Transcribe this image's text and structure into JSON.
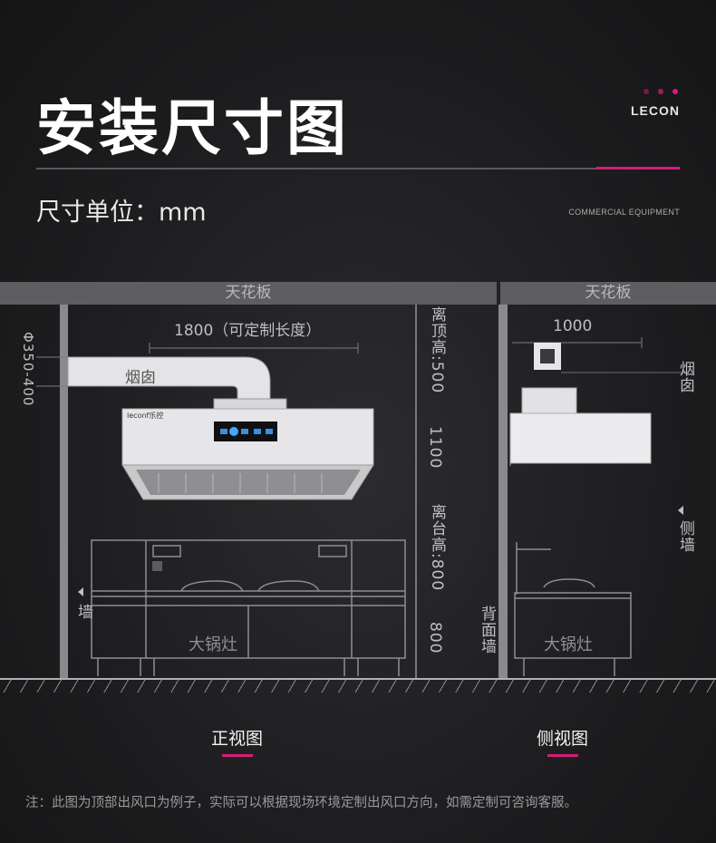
{
  "header": {
    "title": "安装尺寸图",
    "brand": "LECON",
    "unit_label": "尺寸单位：mm",
    "tagline": "COMMERCIAL EQUIPMENT"
  },
  "front_view": {
    "ceiling": "天花板",
    "length_label": "1800（可定制长度）",
    "duct_size": "Φ350-400",
    "chimney": "烟囱",
    "gap_top": "离顶高:500",
    "hood_height": "1100",
    "gap_counter": "离台高:800",
    "counter_height": "800",
    "wall": "墙",
    "stove": "大锅灶",
    "hood_brand": "leconf乐控",
    "caption": "正视图"
  },
  "side_view": {
    "ceiling": "天花板",
    "depth_label": "1000",
    "chimney": "烟囱",
    "side_wall": "侧墙",
    "back_wall": "背面墙",
    "stove": "大锅灶",
    "caption": "侧视图"
  },
  "footer": {
    "note": "注：此图为顶部出风口为例子，实际可以根据现场环境定制出风口方向，如需定制可咨询客服。"
  },
  "colors": {
    "accent": "#d81b7a",
    "background": "#1f1f21"
  }
}
